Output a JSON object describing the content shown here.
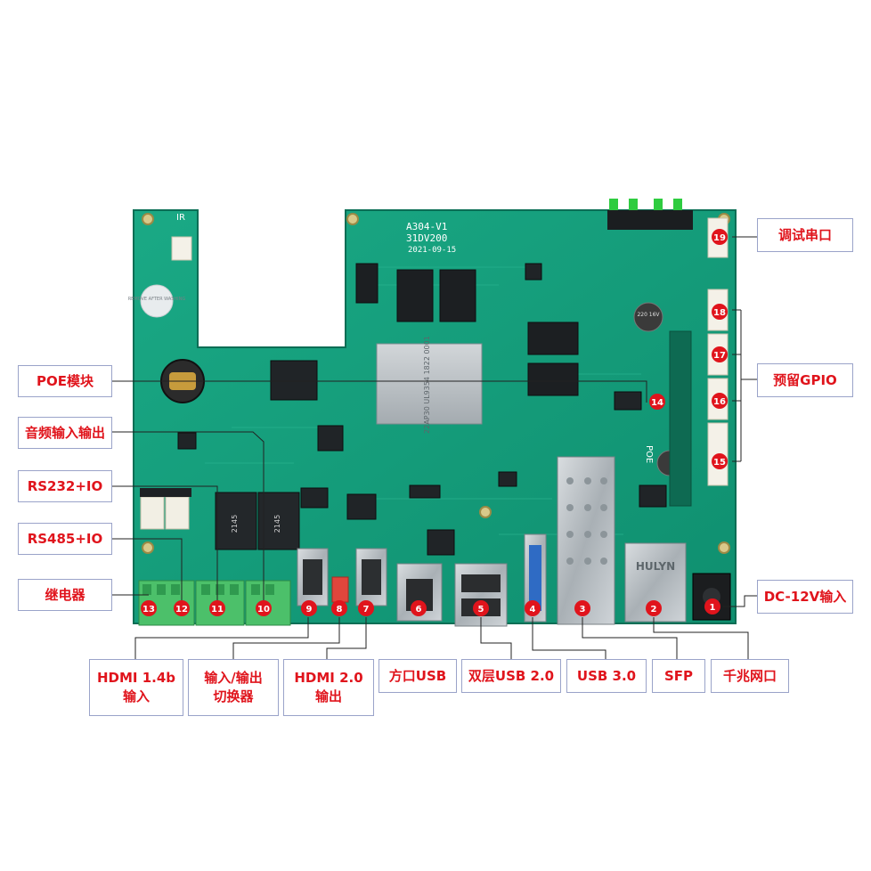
{
  "board": {
    "silk_model": "A304-V1",
    "silk_code": "31DV200",
    "silk_date": "2021-09-15",
    "silk_ir": "IR",
    "buzzer_text": "REMOVE AFTER WASHING",
    "main_chip_text": "22AP30 UL9354 1822 0001",
    "rj45_brand": "HULYN",
    "poe_silk": "POE",
    "inductor_mark": "2145",
    "cap_mark": "220 16V"
  },
  "labels": {
    "poe": "POE模块",
    "audio": "音频输入输出",
    "rs232": "RS232+IO",
    "rs485": "RS485+IO",
    "relay": "继电器",
    "debug_uart": "调试串口",
    "gpio": "预留GPIO",
    "dc": "DC-12V输入",
    "hdmi_in": "HDMI 1.4b\n输入",
    "switch": "输入/输出\n切换器",
    "hdmi_out": "HDMI 2.0\n输出",
    "square_usb": "方口USB",
    "dual_usb": "双层USB 2.0",
    "usb3": "USB 3.0",
    "sfp": "SFP",
    "gbe": "千兆网口"
  },
  "markers": [
    "1",
    "2",
    "3",
    "4",
    "5",
    "6",
    "7",
    "8",
    "9",
    "10",
    "11",
    "12",
    "13",
    "14",
    "15",
    "16",
    "17",
    "18",
    "19"
  ],
  "colors": {
    "pcb": "#14a07e",
    "pcb_dark": "#0c7a5e",
    "marker_red": "#e0141c",
    "label_text": "#e0141c",
    "label_border": "#9aa3c9",
    "terminal_green": "#4cc06a"
  }
}
